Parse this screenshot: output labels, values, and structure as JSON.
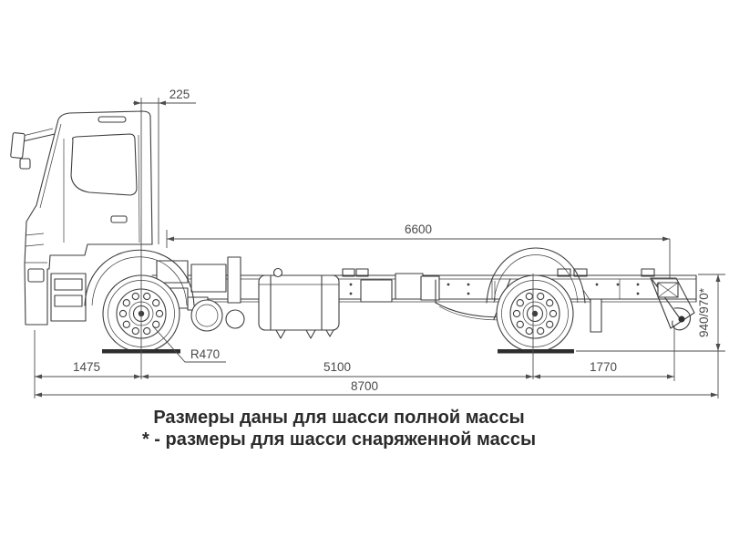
{
  "diagram": {
    "background": "#ffffff",
    "line_color": "#3e3e3e",
    "dimension_color": "#4d4d4d",
    "caption_color": "#2b2b2b",
    "dimensions": {
      "cab_back_to_front_axle": "225",
      "frame_length": "6600",
      "front_overhang": "1475",
      "wheelbase": "5100",
      "rear_overhang": "1770",
      "overall_length": "8700",
      "tire_radius": "R470",
      "frame_height": "940/970*"
    },
    "notes": {
      "line1": "Размеры даны для шасси полной массы",
      "line2": "* - размеры для шасси снаряженной массы"
    }
  }
}
